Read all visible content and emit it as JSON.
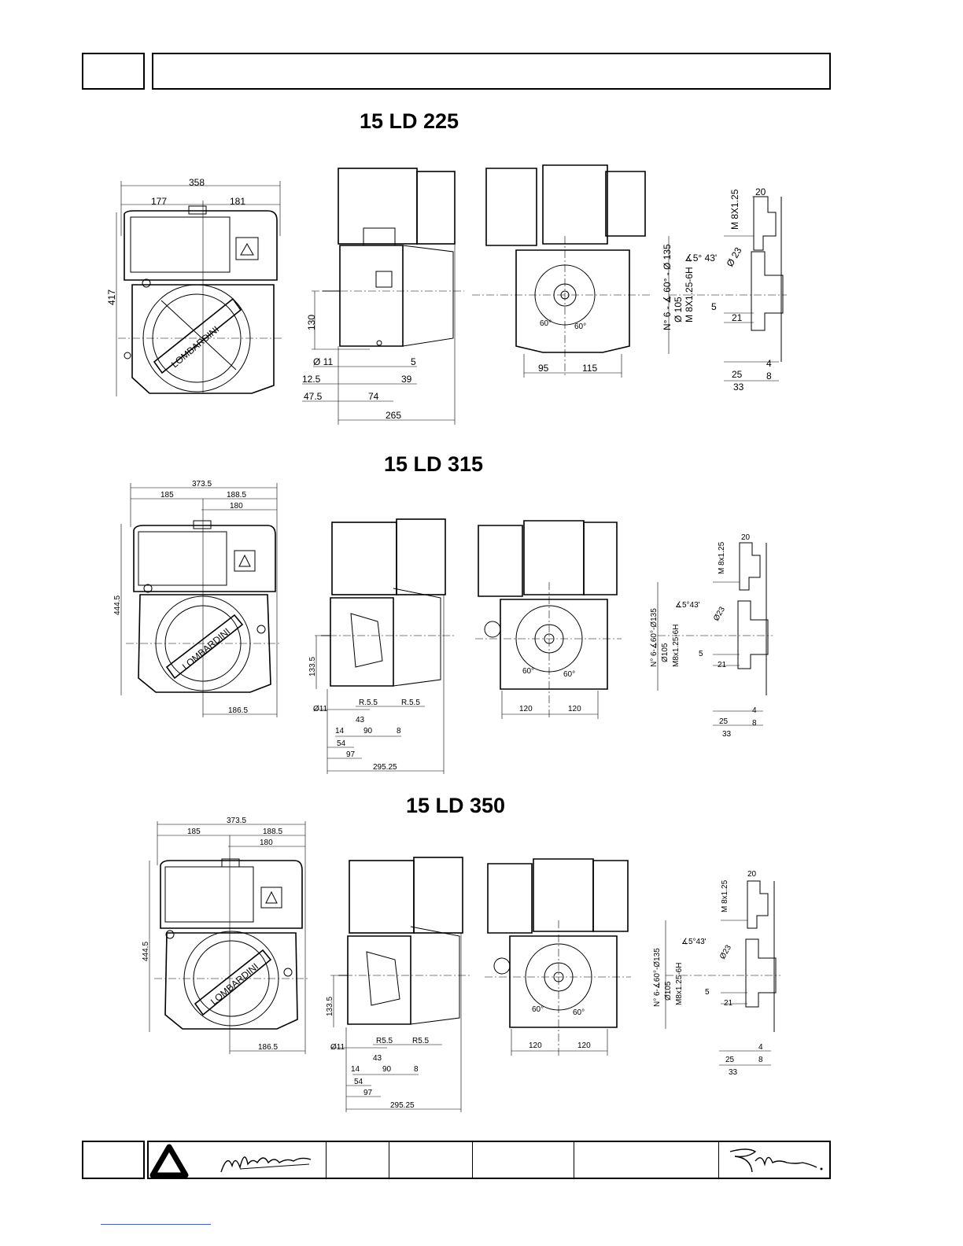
{
  "sections": [
    {
      "title": "15 LD 225",
      "front": {
        "width": "358",
        "left": "177",
        "right": "181",
        "height": "417"
      },
      "side": {
        "axis_height": "130",
        "shaft_dia": "Ø 11",
        "key": "5",
        "a": "12.5",
        "b": "39",
        "c": "47.5",
        "d": "74",
        "length": "265"
      },
      "rear": {
        "left": "95",
        "right": "115",
        "angle_l": "60°",
        "angle_r": "60°"
      },
      "flange": {
        "m1": "M 8X1.25",
        "w": "20",
        "pattern": "N° 6 - ∡ 60° - Ø 135",
        "bore": "Ø 105",
        "m2": "M 8X1.25-6H",
        "ang": "∡5° 43'",
        "d23": "Ø 23",
        "k5": "5",
        "k21": "21",
        "k25": "25",
        "k33": "33",
        "k4": "4",
        "k8": "8"
      }
    },
    {
      "title": "15 LD 315",
      "front": {
        "width": "373.5",
        "left": "185",
        "right": "188.5",
        "sub": "180",
        "height": "444.5",
        "bottom": "186.5"
      },
      "side": {
        "axis_height": "133.5",
        "shaft_dia": "Ø11",
        "r1": "R.5.5",
        "r2": "R.5.5",
        "a": "14",
        "b": "43",
        "c": "54",
        "d": "90",
        "e": "8",
        "f": "97",
        "length": "295.25"
      },
      "rear": {
        "left": "120",
        "right": "120",
        "angle_l": "60°",
        "angle_r": "60°"
      },
      "flange": {
        "m1": "M 8x1.25",
        "w": "20",
        "pattern": "N° 6-∡60°-Ø135",
        "bore": "Ø105",
        "m2": "M8x1.25-6H",
        "ang": "∡5°43'",
        "d23": "Ø23",
        "k5": "5",
        "k21": "21",
        "k25": "25",
        "k33": "33",
        "k4": "4",
        "k8": "8"
      }
    },
    {
      "title": "15 LD 350",
      "front": {
        "width": "373.5",
        "left": "185",
        "right": "188.5",
        "sub": "180",
        "height": "444.5",
        "bottom": "186.5"
      },
      "side": {
        "axis_height": "133.5",
        "shaft_dia": "Ø11",
        "r1": "R5.5",
        "r2": "R5.5",
        "a": "14",
        "b": "43",
        "c": "54",
        "d": "90",
        "e": "8",
        "f": "97",
        "length": "295.25"
      },
      "rear": {
        "left": "120",
        "right": "120",
        "angle_l": "60°",
        "angle_r": "60°"
      },
      "flange": {
        "m1": "M 8x1.25",
        "w": "20",
        "pattern": "N° 6-∡60°-Ø135",
        "bore": "Ø105",
        "m2": "M8x1.25-6H",
        "ang": "∡5°43'",
        "d23": "Ø23",
        "k5": "5",
        "k21": "21",
        "k25": "25",
        "k33": "33",
        "k4": "4",
        "k8": "8"
      }
    }
  ],
  "brand_word": "LOMBARDINI",
  "signature_text": "MMPrimelli"
}
